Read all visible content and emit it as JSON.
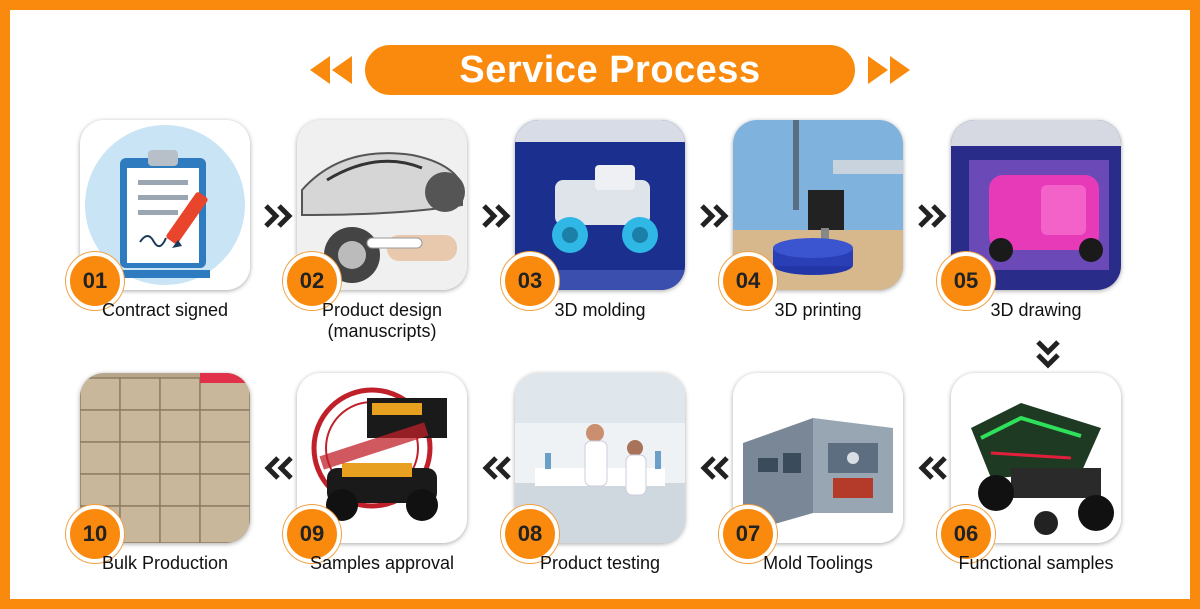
{
  "title": "Service Process",
  "colors": {
    "accent": "#f98a0e",
    "badge_text": "#222222"
  },
  "steps": [
    {
      "number": "01",
      "label": "Contract signed",
      "image": "contract-clipboard-icon"
    },
    {
      "number": "02",
      "label": "Product design",
      "label2": "(manuscripts)",
      "image": "car-sketch-photo"
    },
    {
      "number": "03",
      "label": "3D molding",
      "image": "3d-model-screen-photo"
    },
    {
      "number": "04",
      "label": "3D printing",
      "image": "3d-printer-photo"
    },
    {
      "number": "05",
      "label": "3D drawing",
      "image": "3d-drawing-screen-photo"
    },
    {
      "number": "06",
      "label": "Functional samples",
      "image": "rc-car-chassis-photo"
    },
    {
      "number": "07",
      "label": "Mold Toolings",
      "image": "mold-tooling-photo"
    },
    {
      "number": "08",
      "label": "Product testing",
      "image": "lab-testing-photo"
    },
    {
      "number": "09",
      "label": "Samples approval",
      "image": "approved-stamp-photo"
    },
    {
      "number": "10",
      "label": "Bulk Production",
      "image": "warehouse-boxes-photo"
    }
  ]
}
